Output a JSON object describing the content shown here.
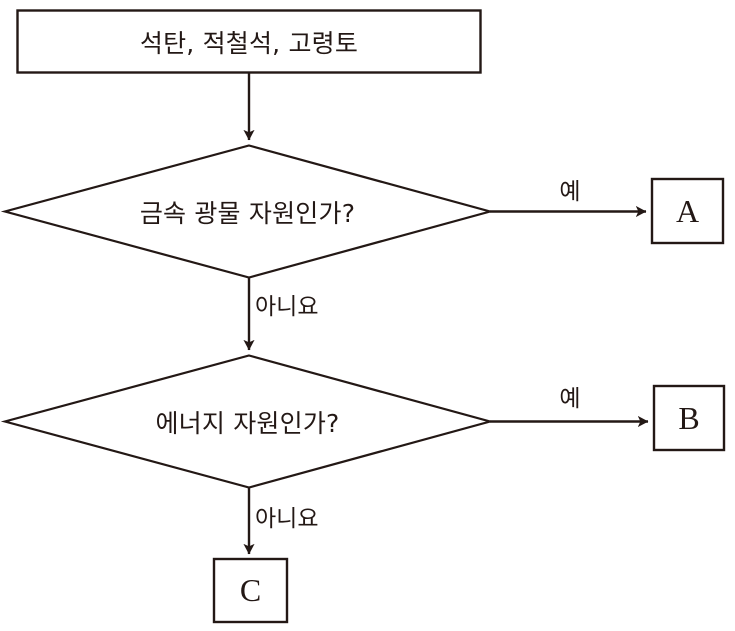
{
  "diagram": {
    "title": "mineral resource classification flowchart",
    "stroke_color": "#231815",
    "text_color": "#231815",
    "background_color": "#ffffff",
    "nodes": {
      "source": {
        "id": "source",
        "shape": "rectangle",
        "label": "석탄, 적철석, 고령토"
      },
      "decision1": {
        "id": "decision1",
        "shape": "diamond",
        "label": "금속 광물 자원인가?"
      },
      "decision2": {
        "id": "decision2",
        "shape": "diamond",
        "label": "에너지 자원인가?"
      },
      "result_a": {
        "id": "result_a",
        "shape": "rectangle",
        "label": "A"
      },
      "result_b": {
        "id": "result_b",
        "shape": "rectangle",
        "label": "B"
      },
      "result_c": {
        "id": "result_c",
        "shape": "rectangle",
        "label": "C"
      }
    },
    "edges": [
      {
        "from": "source",
        "to": "decision1",
        "label": "",
        "direction": "down"
      },
      {
        "from": "decision1",
        "to": "result_a",
        "label": "예",
        "direction": "right"
      },
      {
        "from": "decision1",
        "to": "decision2",
        "label": "아니요",
        "direction": "down"
      },
      {
        "from": "decision2",
        "to": "result_b",
        "label": "예",
        "direction": "right"
      },
      {
        "from": "decision2",
        "to": "result_c",
        "label": "아니요",
        "direction": "down"
      }
    ],
    "edge_labels": {
      "yes_1": "예",
      "yes_2": "예",
      "no_1": "아니요",
      "no_2": "아니요"
    }
  }
}
